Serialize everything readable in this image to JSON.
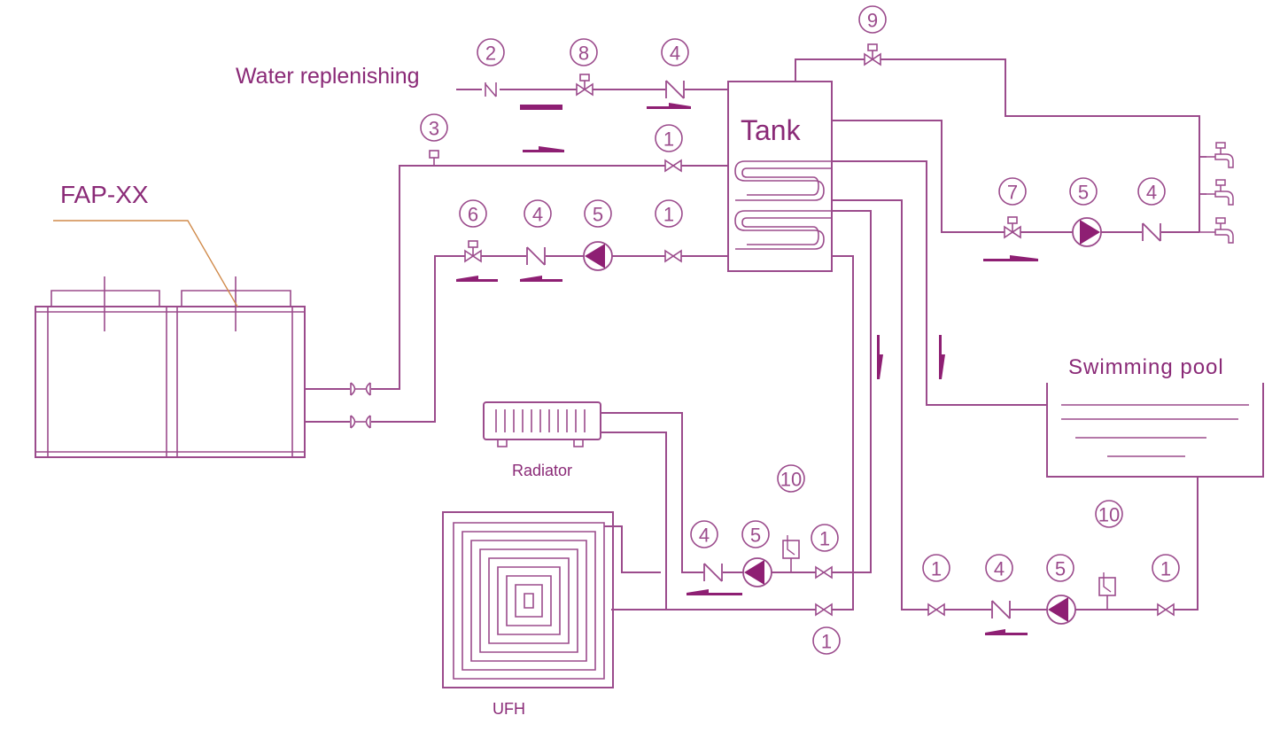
{
  "labels": {
    "water_replenishing": "Water replenishing",
    "tank": "Tank",
    "unit": "FAP-XX",
    "swimming_pool": "Swimming pool",
    "radiator": "Radiator",
    "ufh": "UFH"
  },
  "numbers": {
    "n1": "1",
    "n2": "2",
    "n3": "3",
    "n4": "4",
    "n5": "5",
    "n6": "6",
    "n7": "7",
    "n8": "8",
    "n9": "9",
    "n10": "10"
  },
  "colors": {
    "line": "#9b4b8c",
    "text": "#8a2a77",
    "accent": "#8e1f73",
    "leader": "#d08a4a"
  }
}
